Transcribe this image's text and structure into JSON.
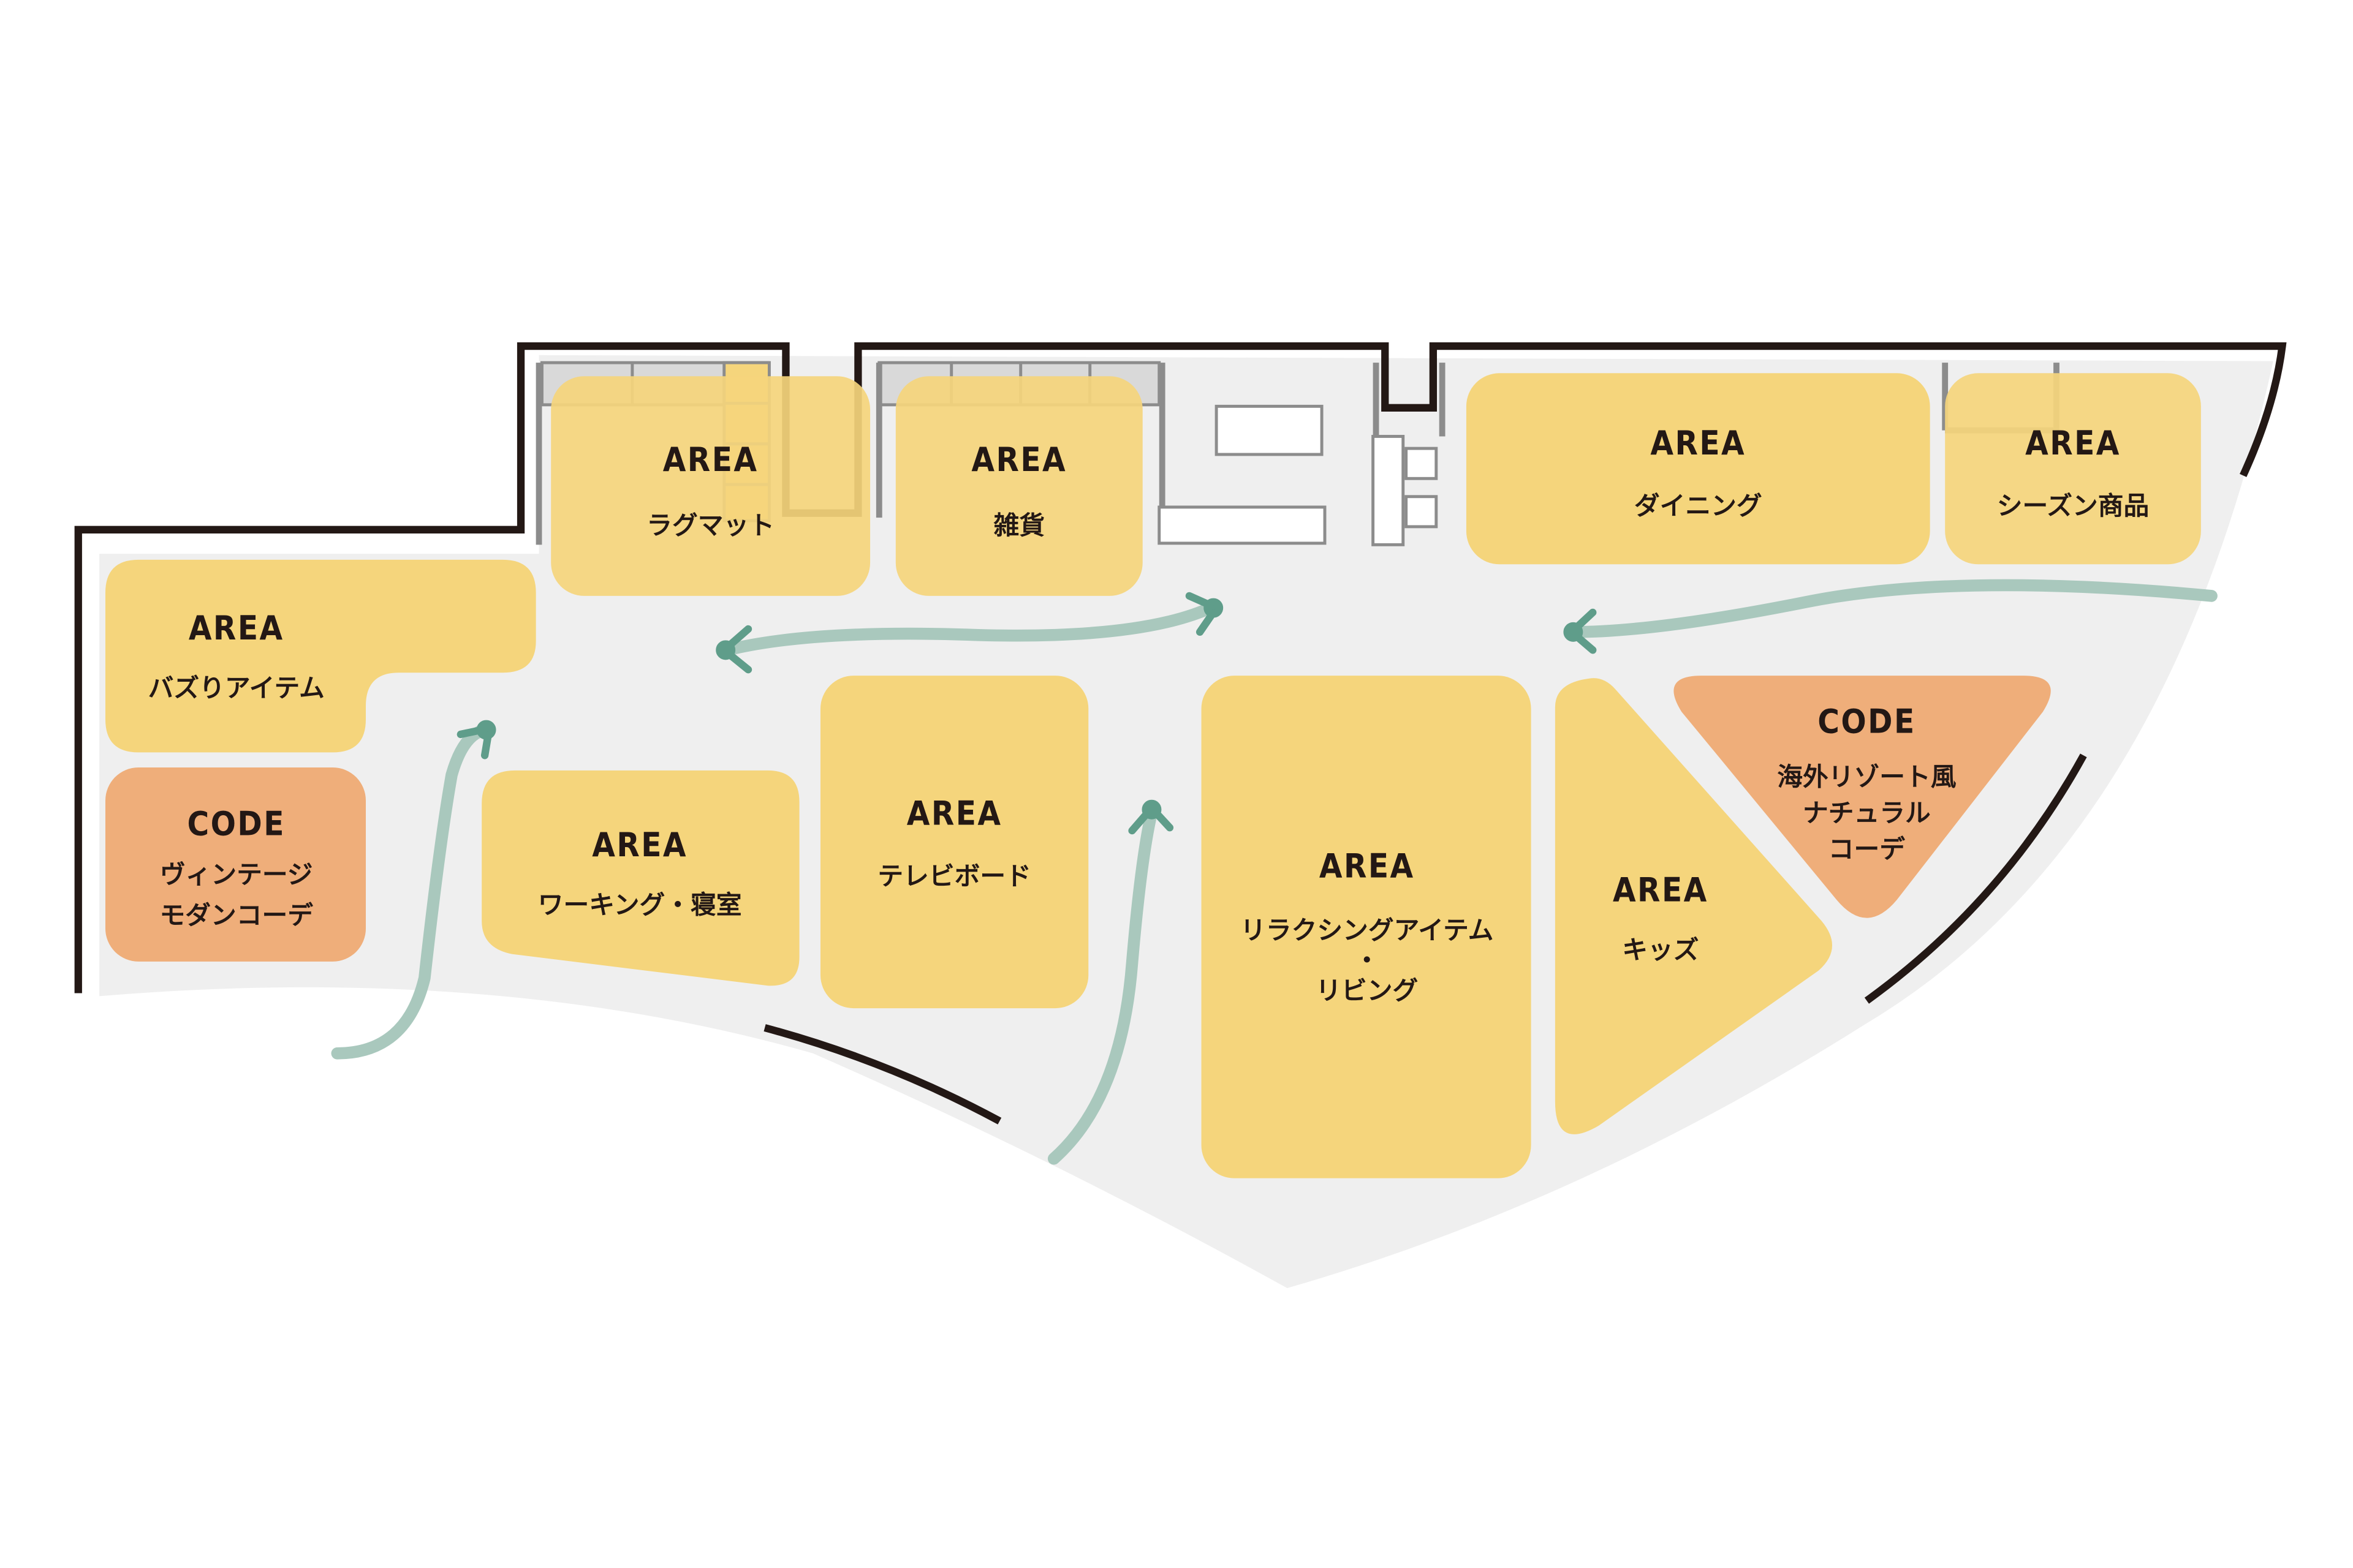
{
  "map": {
    "colors": {
      "floor": "#efefef",
      "wall": "#231815",
      "area": "#f5d57c",
      "code": "#efae7a",
      "arrow": "#a9c8bd",
      "arrow_head": "#5f9d8a"
    },
    "zones": [
      {
        "id": "rugmat",
        "type": "area",
        "tag": "AREA",
        "lines": [
          "ラグマット"
        ]
      },
      {
        "id": "zakka",
        "type": "area",
        "tag": "AREA",
        "lines": [
          "雑貨"
        ]
      },
      {
        "id": "dining",
        "type": "area",
        "tag": "AREA",
        "lines": [
          "ダイニング"
        ]
      },
      {
        "id": "season",
        "type": "area",
        "tag": "AREA",
        "lines": [
          "シーズン商品"
        ]
      },
      {
        "id": "buzz",
        "type": "area",
        "tag": "AREA",
        "lines": [
          "バズりアイテム"
        ]
      },
      {
        "id": "vintage",
        "type": "code",
        "tag": "CODE",
        "lines": [
          "ヴィンテージ",
          "モダンコーデ"
        ]
      },
      {
        "id": "working",
        "type": "area",
        "tag": "AREA",
        "lines": [
          "ワーキング・寝室"
        ]
      },
      {
        "id": "tvboard",
        "type": "area",
        "tag": "AREA",
        "lines": [
          "テレビボード"
        ]
      },
      {
        "id": "relaxing",
        "type": "area",
        "tag": "AREA",
        "lines": [
          "リラクシングアイテム",
          "・",
          "リビング"
        ]
      },
      {
        "id": "kids",
        "type": "area",
        "tag": "AREA",
        "lines": [
          "キッズ"
        ]
      },
      {
        "id": "resort",
        "type": "code",
        "tag": "CODE",
        "lines": [
          "海外リゾート風",
          "ナチュラル",
          "コーデ"
        ]
      }
    ]
  }
}
